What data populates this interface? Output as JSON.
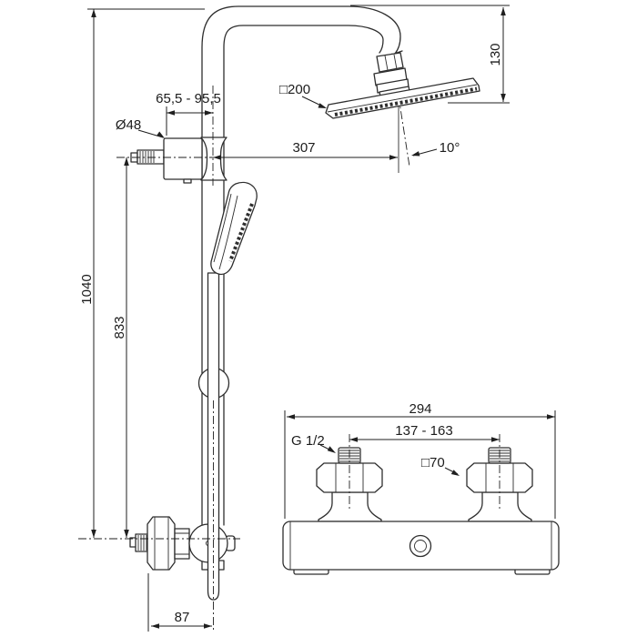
{
  "drawing": {
    "type": "shower-system-dimensional-drawing",
    "line_color": "#2e2e2e",
    "dimension_color": "#1f1f1f",
    "main_view": {
      "total_height": "1040",
      "rail_height": "833",
      "base_offset": "87",
      "bracket_adjust_range": "65,5 - 95,5",
      "bracket_diameter": "Ø48",
      "head_projection": "307",
      "head_angle": "10°",
      "head_size": "□200",
      "head_drop": "130"
    },
    "mixer_view": {
      "mixer_width": "294",
      "inlet_spacing": "137 - 163",
      "thread_size": "G 1/2",
      "escutcheon_size": "□70"
    }
  }
}
